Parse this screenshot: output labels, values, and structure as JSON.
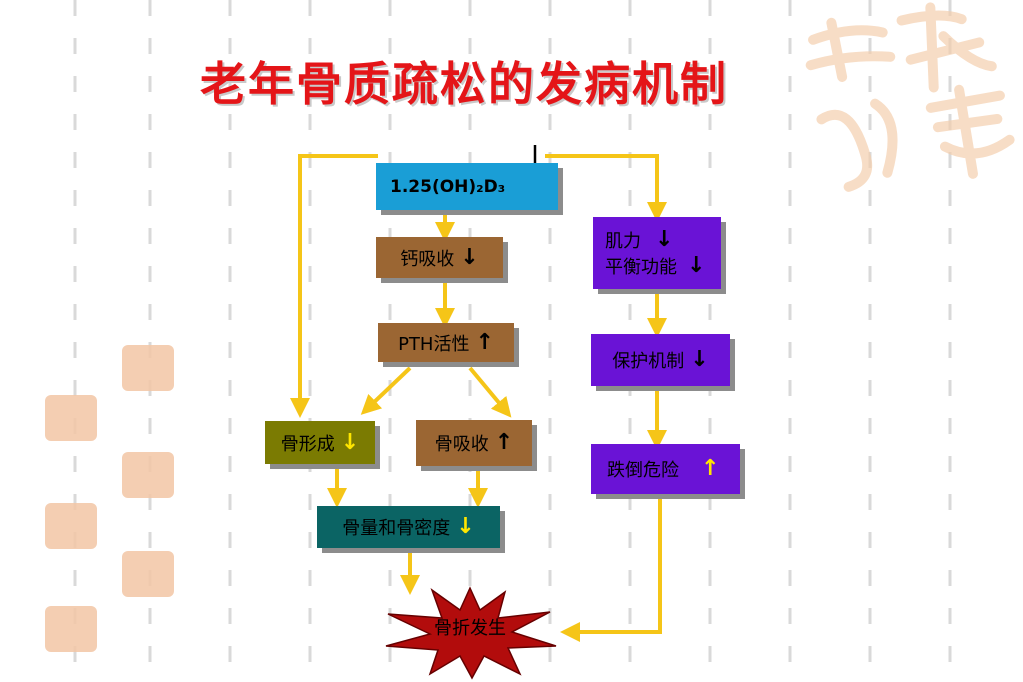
{
  "title": "老年骨质疏松的发病机制",
  "watermark_text": "吉祥如意",
  "nodes": {
    "vitd": {
      "label": "1.25(OH)₂D₃",
      "change": "↓"
    },
    "calcium": {
      "label": "钙吸收",
      "change": "↓"
    },
    "pth": {
      "label": "PTH活性",
      "change": "↑"
    },
    "bone_formation": {
      "label": "骨形成",
      "change": "↓"
    },
    "bone_resorption": {
      "label": "骨吸收",
      "change": "↑"
    },
    "bone_density": {
      "label": "骨量和骨密度",
      "change": "↓"
    },
    "fracture": {
      "label": "骨折发生"
    },
    "muscle": {
      "label1": "肌力",
      "label2": "平衡功能",
      "change": "↓"
    },
    "protection": {
      "label": "保护机制",
      "change": "↓"
    },
    "fall_risk": {
      "label": "跌倒危险",
      "change": "↑"
    }
  },
  "colors": {
    "title": "#e41518",
    "arrow_lines": "#f5c518",
    "blue_box": "#1a9ed6",
    "brown_box": "#9b6633",
    "purple_box": "#6a13d6",
    "olive_box": "#7b7b02",
    "teal_box": "#0b6464",
    "star": "#b20c0c"
  }
}
